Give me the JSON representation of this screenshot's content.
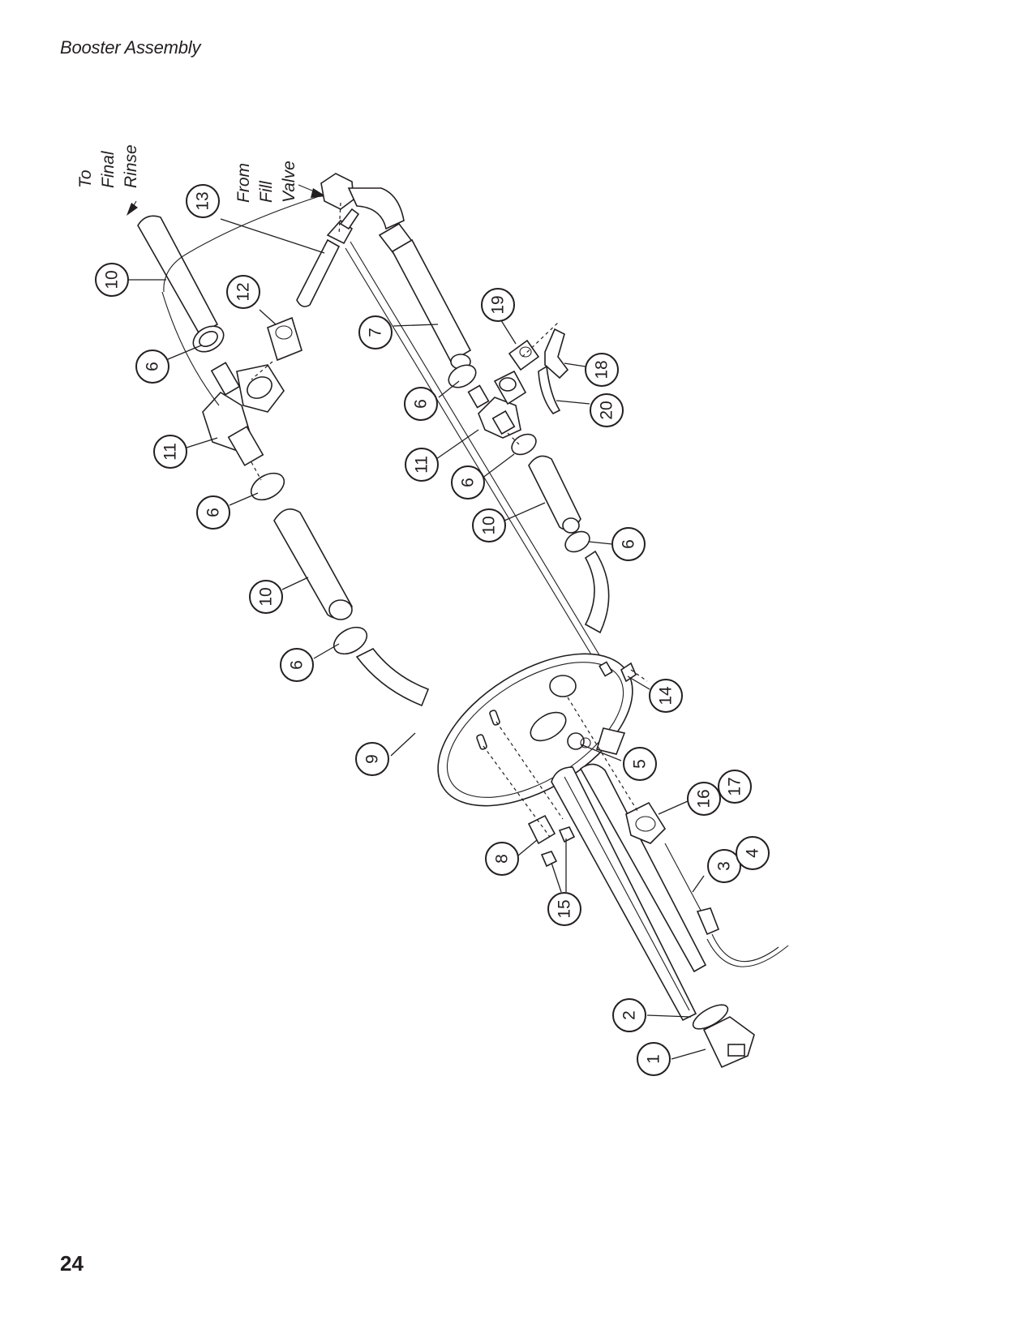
{
  "header": {
    "title": "Booster Assembly"
  },
  "footer": {
    "page_number": "24"
  },
  "flow_labels": {
    "to_final_rinse": [
      "To",
      "Final",
      "Rinse"
    ],
    "from_fill_valve": [
      "From",
      "Fill",
      "Valve"
    ]
  },
  "callouts": [
    "10",
    "13",
    "12",
    "6",
    "11",
    "6",
    "10",
    "6",
    "7",
    "19",
    "18",
    "6",
    "20",
    "11",
    "6",
    "10",
    "6",
    "14",
    "9",
    "5",
    "16",
    "17",
    "8",
    "3",
    "4",
    "15",
    "2",
    "1"
  ]
}
